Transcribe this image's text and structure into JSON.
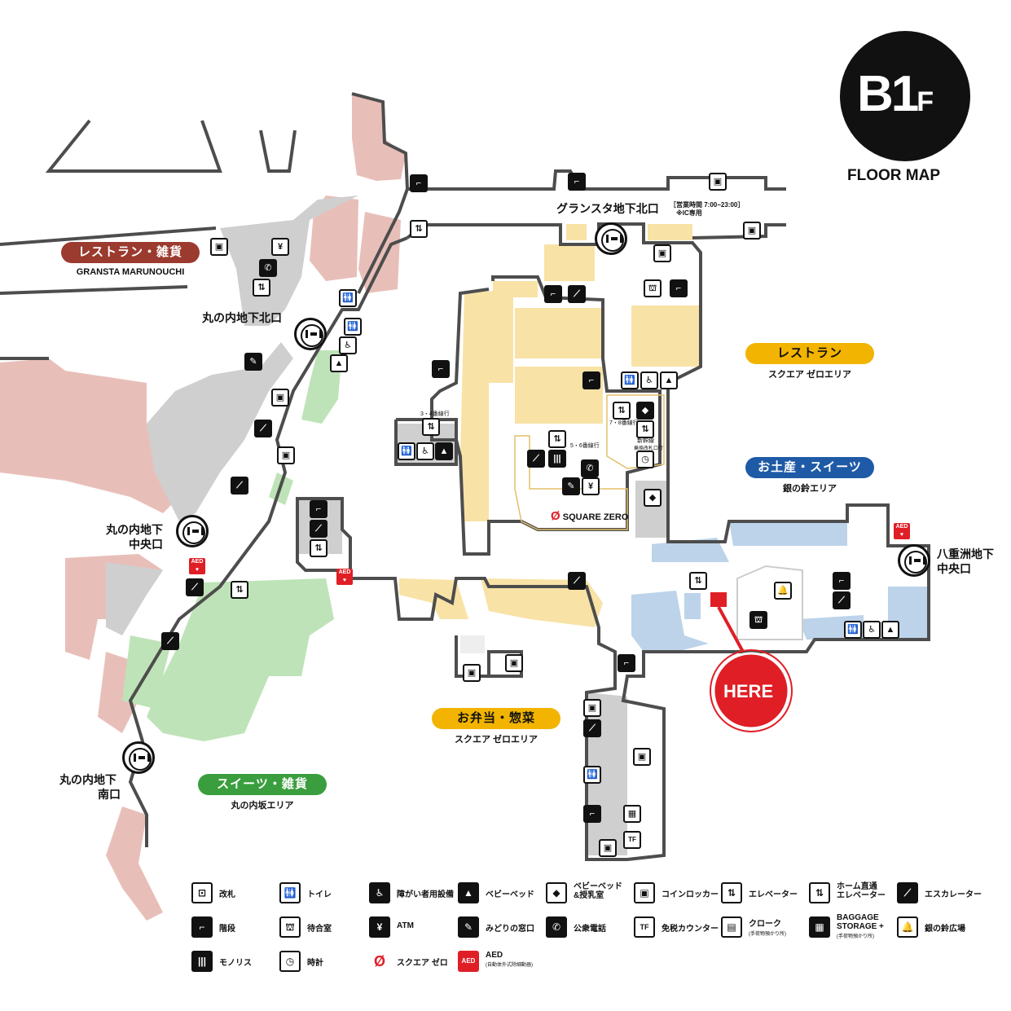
{
  "floor_badge": {
    "main": "B1",
    "suffix": "F",
    "caption": "FLOOR MAP"
  },
  "areas": {
    "restaurant_goods": {
      "label": "レストラン・雑貨",
      "sub": "GRANSTA MARUNOUCHI",
      "color": "#9b3a2e"
    },
    "restaurant": {
      "label": "レストラン",
      "sub": "スクエア ゼロエリア",
      "color": "#f2b400"
    },
    "souvenir": {
      "label": "お土産・スイーツ",
      "sub": "銀の鈴エリア",
      "color": "#1f5aa6"
    },
    "bento": {
      "label": "お弁当・惣菜",
      "sub": "スクエア ゼロエリア",
      "color": "#f2b400"
    },
    "sweets_goods": {
      "label": "スイーツ・雑貨",
      "sub": "丸の内坂エリア",
      "color": "#3a9e3e"
    }
  },
  "gates": {
    "marunouchi_north": "丸の内地下北口",
    "marunouchi_central_1": "丸の内地下",
    "marunouchi_central_2": "中央口",
    "marunouchi_south_1": "丸の内地下",
    "marunouchi_south_2": "南口",
    "gransta_north": "グランスタ地下北口",
    "gransta_hours": "［営業時間 7:00−23:00］",
    "gransta_ic": "※IC専用",
    "yaesu_central_1": "八重洲地下",
    "yaesu_central_2": "中央口"
  },
  "small_labels": {
    "track_34": "3・4番線行",
    "track_56": "5・6番線行",
    "track_78": "7・8番線行",
    "shinkansen": "新幹線",
    "shinkansen2": "乗換改札口行",
    "square_zero": "SQUARE ZERO"
  },
  "here_marker": {
    "label": "HERE",
    "color": "#e01e26"
  },
  "legend": [
    {
      "icon": "ticket-gate-icon",
      "glyph": "⊡",
      "label": "改札"
    },
    {
      "icon": "toilet-icon",
      "glyph": "🚻",
      "label": "トイレ"
    },
    {
      "icon": "accessible-toilet-icon",
      "glyph": "♿",
      "label": "障がい者用設備"
    },
    {
      "icon": "baby-bed-icon",
      "glyph": "▲",
      "label": "ベビーベッド"
    },
    {
      "icon": "baby-room-icon",
      "glyph": "◆",
      "label": "ベビーベッド\n&授乳室"
    },
    {
      "icon": "coin-locker-icon",
      "glyph": "▣",
      "label": "コインロッカー"
    },
    {
      "icon": "elevator-icon",
      "glyph": "⇅",
      "label": "エレベーター"
    },
    {
      "icon": "platform-elevator-icon",
      "glyph": "⇅",
      "label": "ホーム直通\nエレベーター"
    },
    {
      "icon": "escalator-icon",
      "glyph": "⟋",
      "label": "エスカレーター"
    },
    {
      "icon": "stairs-icon",
      "glyph": "⌐",
      "label": "階段"
    },
    {
      "icon": "waiting-room-icon",
      "glyph": "⛫",
      "label": "待合室"
    },
    {
      "icon": "atm-icon",
      "glyph": "¥",
      "label": "ATM"
    },
    {
      "icon": "ticket-office-icon",
      "glyph": "✎",
      "label": "みどりの窓口"
    },
    {
      "icon": "phone-icon",
      "glyph": "✆",
      "label": "公衆電話"
    },
    {
      "icon": "tax-free-icon",
      "glyph": "TF",
      "label": "免税カウンター"
    },
    {
      "icon": "cloak-icon",
      "glyph": "▤",
      "label": "クローク",
      "note": "(手荷物預かり所)"
    },
    {
      "icon": "baggage-storage-icon",
      "glyph": "▦",
      "label": "BAGGAGE\nSTORAGE +",
      "note": "(手荷物預かり所)"
    },
    {
      "icon": "silver-bell-icon",
      "glyph": "🔔",
      "label": "銀の鈴広場"
    },
    {
      "icon": "monolith-icon",
      "glyph": "|||",
      "label": "モノリス"
    },
    {
      "icon": "clock-icon",
      "glyph": "◷",
      "label": "時計"
    },
    {
      "icon": "square-zero-icon",
      "glyph": "Ø",
      "label": "スクエア ゼロ"
    },
    {
      "icon": "aed-icon",
      "glyph": "AED",
      "label": "AED",
      "note": "(自動体外式除細動器)"
    }
  ]
}
